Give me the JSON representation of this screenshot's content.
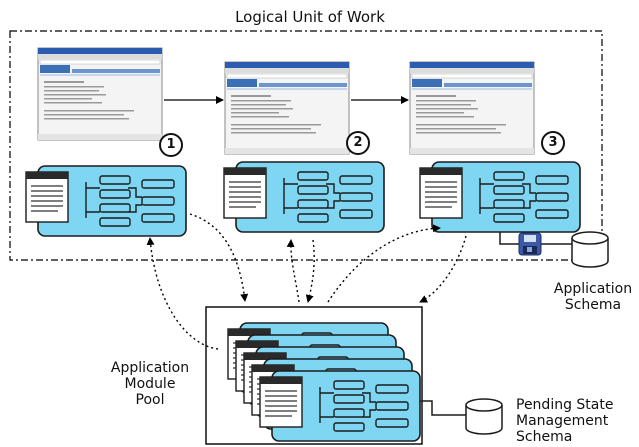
{
  "title": "Logical Unit of Work",
  "steps": [
    "1",
    "2",
    "3"
  ],
  "labels": {
    "app_schema_line1": "Application",
    "app_schema_line2": "Schema",
    "pool_line1": "Application",
    "pool_line2": "Module",
    "pool_line3": "Pool",
    "pending_line1": "Pending State",
    "pending_line2": "Management",
    "pending_line3": "Schema"
  },
  "colors": {
    "module_fill": "#7fd6f2",
    "module_stroke": "#1c1c1c",
    "screen_header": "#3b6fb6",
    "db_fill": "#ffffff",
    "save_icon": "#3a5aa8"
  }
}
